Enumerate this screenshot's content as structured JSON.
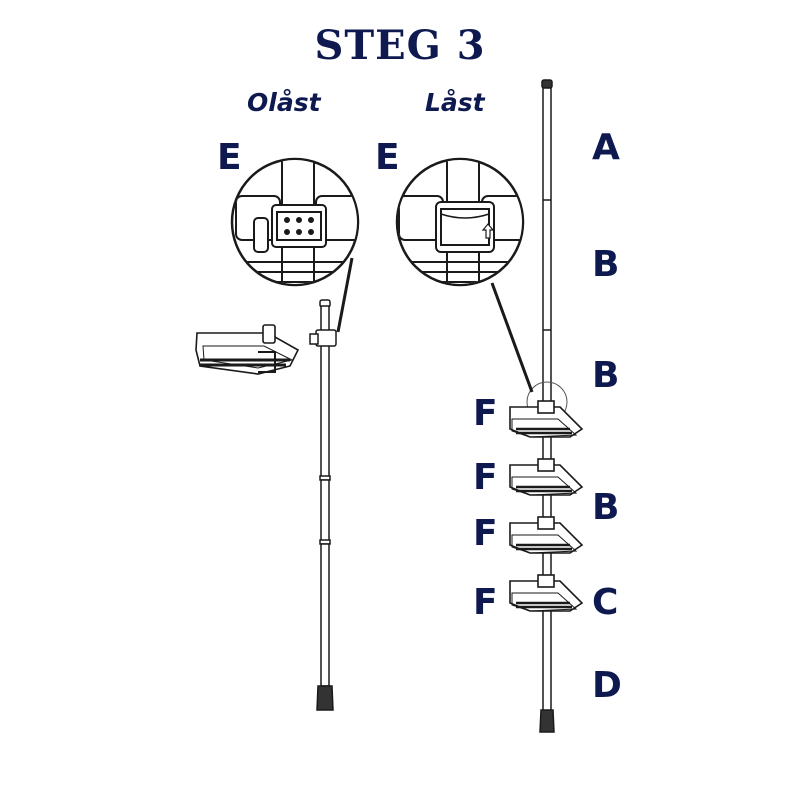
{
  "title": "STEG 3",
  "states": {
    "unlocked": "Olåst",
    "locked": "Låst"
  },
  "labels": {
    "e_left": "E",
    "e_right": "E",
    "a": "A",
    "b1": "B",
    "b2": "B",
    "b3": "B",
    "c": "C",
    "d": "D",
    "f1": "F",
    "f2": "F",
    "f3": "F",
    "f4": "F"
  },
  "colors": {
    "text": "#0e1a4f",
    "line": "#1a1a1a"
  }
}
